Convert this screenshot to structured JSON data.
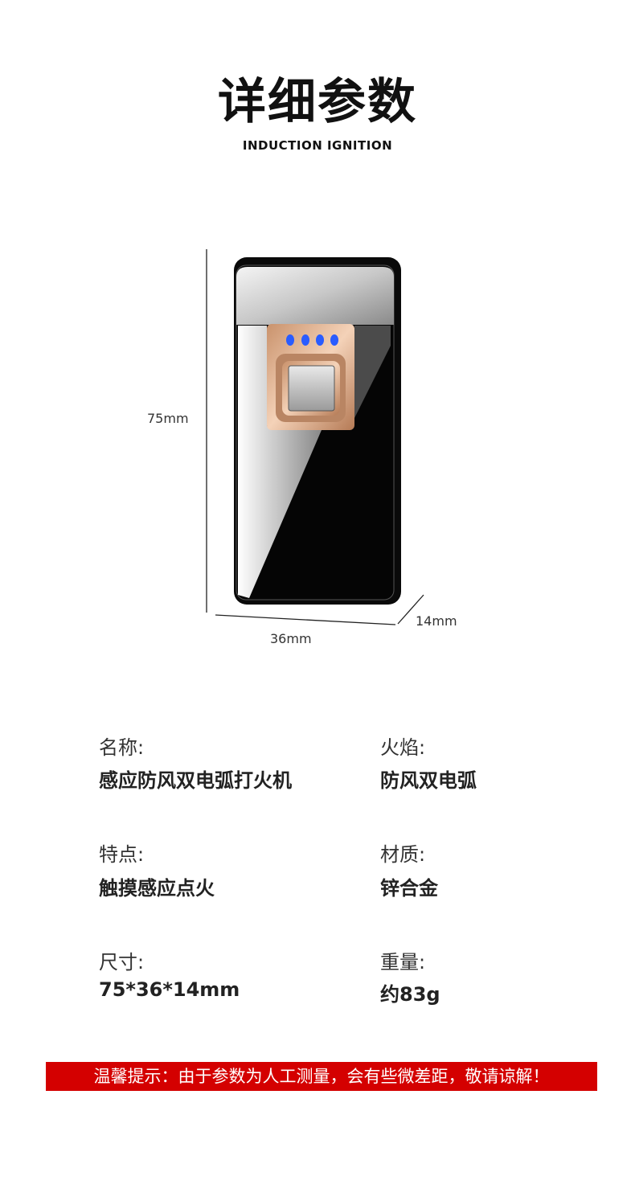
{
  "header": {
    "title": "详细参数",
    "subtitle": "INDUCTION IGNITION"
  },
  "dimensions": {
    "height": "75mm",
    "width": "36mm",
    "depth": "14mm"
  },
  "specs": [
    {
      "label": "名称:",
      "value": "感应防风双电弧打火机"
    },
    {
      "label": "火焰:",
      "value": "防风双电弧"
    },
    {
      "label": "特点:",
      "value": "触摸感应点火"
    },
    {
      "label": "材质:",
      "value": "锌合金"
    },
    {
      "label": "尺寸:",
      "value": "75*36*14mm"
    },
    {
      "label": "重量:",
      "value": "约83g"
    }
  ],
  "notice": "温馨提示：由于参数为人工测量，会有些微差距，敬请谅解！",
  "colors": {
    "notice_bg": "#d40000",
    "led": "#2a5cff",
    "gold": "#e0b08a"
  }
}
